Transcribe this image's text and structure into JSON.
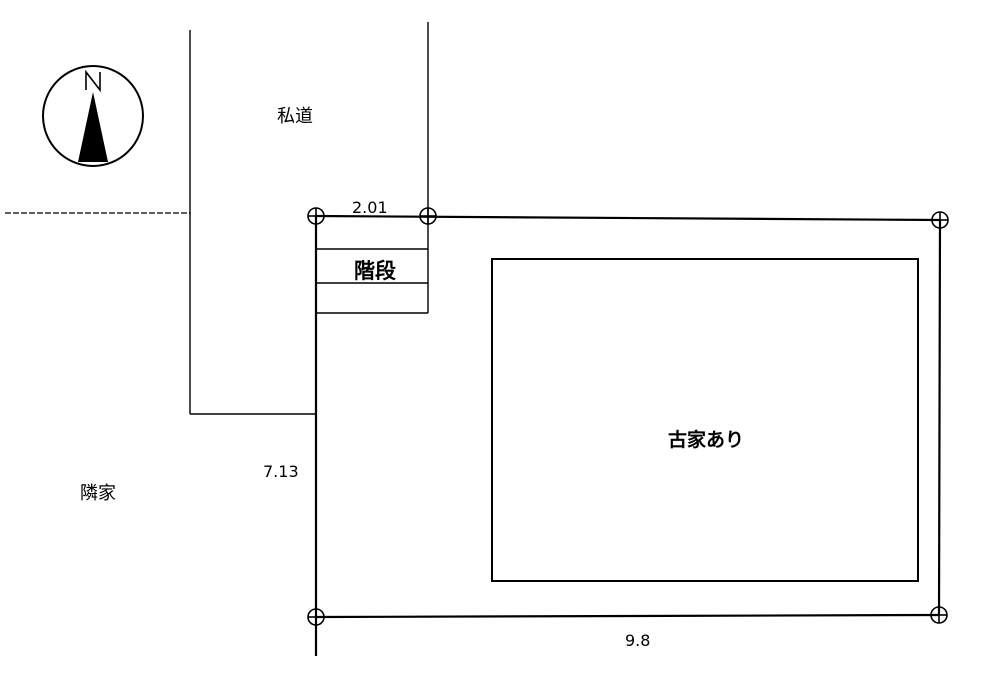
{
  "compass": {
    "north_label": "N",
    "icon": "north-arrow-icon"
  },
  "labels": {
    "private_road": "私道",
    "stairs": "階段",
    "old_house": "古家あり",
    "neighbor_house": "隣家"
  },
  "dimensions": {
    "frontage": "2.01",
    "side": "7.13",
    "depth": "9.8"
  },
  "colors": {
    "line": "#000000",
    "background": "#ffffff"
  }
}
